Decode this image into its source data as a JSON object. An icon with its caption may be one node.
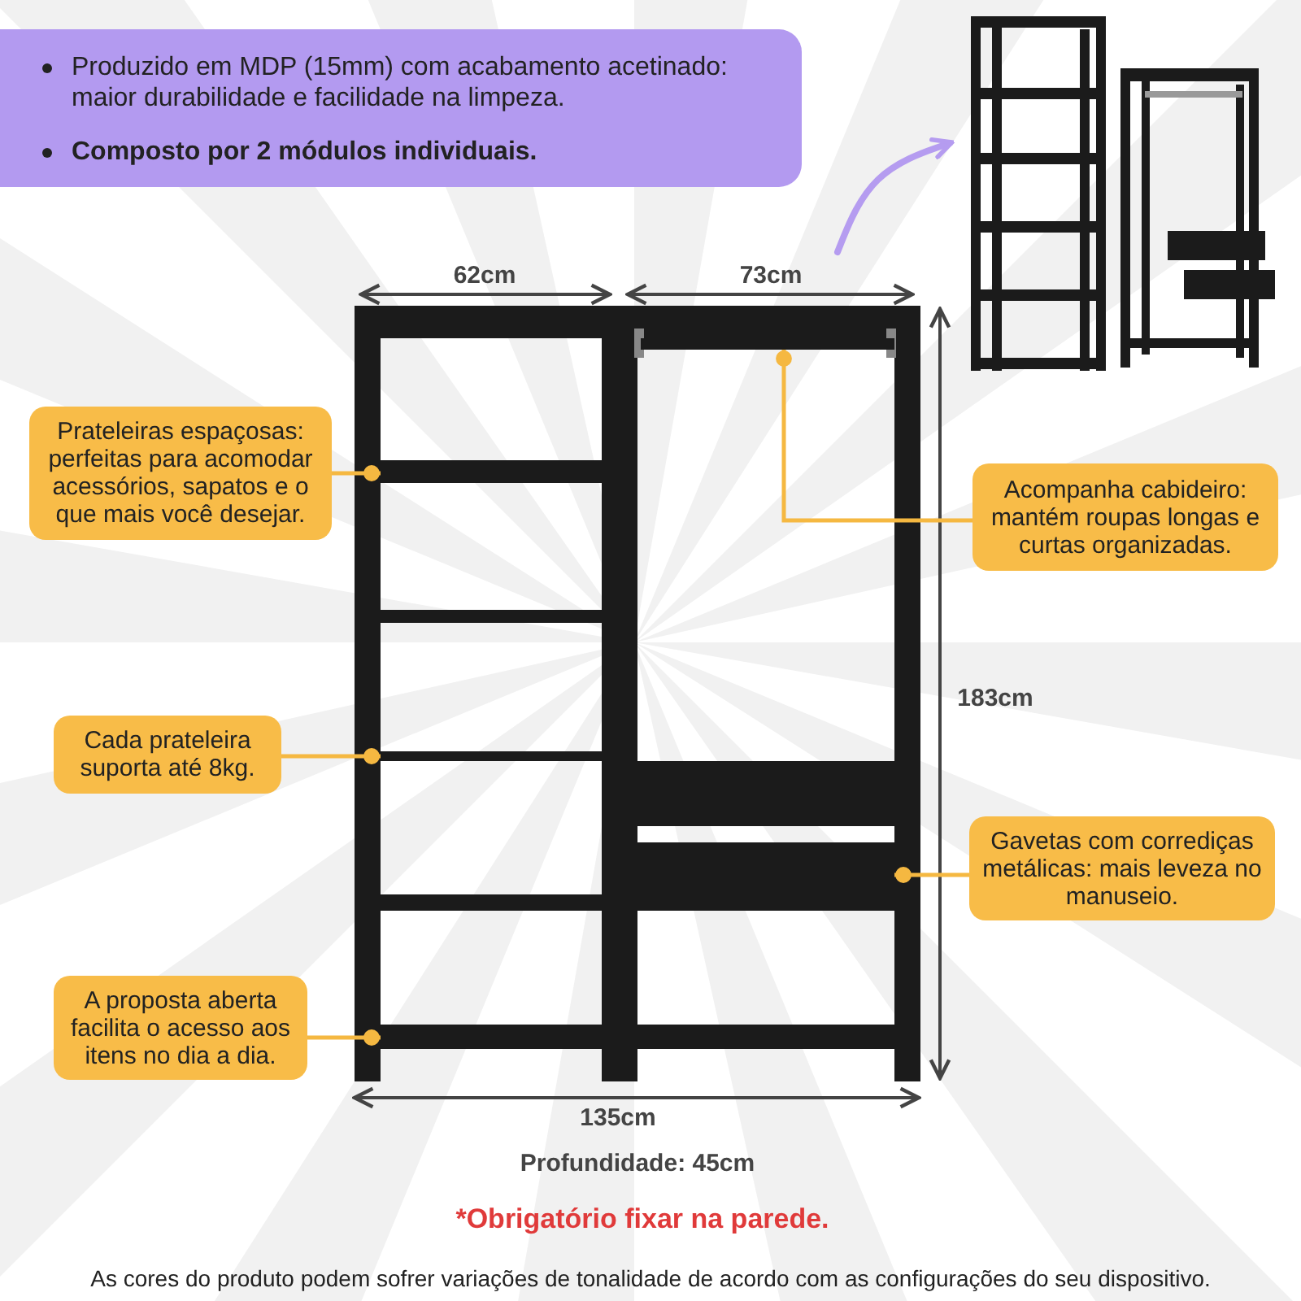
{
  "diagram": {
    "nodes": [
      {
        "text": [
          "Produzido em MDP (15mm) com acabamento acetinado: maior durabilidade e facilidade na limpeza.",
          "Composto por 2 módulos individuais."
        ]
      },
      {
        "text": [
          "Prateleiras espaçosas: perfeitas para acomodar acessórios, sapatos e o que mais você desejar."
        ]
      },
      {
        "text": [
          "Acompanha cabideiro: mantém roupas longas e curtas organizadas."
        ]
      },
      {
        "text": [
          "Cada prateleira suporta até 8kg."
        ]
      },
      {
        "text": [
          "Gavetas com corrediças metálicas: mais leveza no manuseio."
        ]
      },
      {
        "text": [
          "A proposta aberta facilita o acesso aos itens no dia a dia."
        ]
      },
      {
        "text": [],
        "shape": "bar"
      },
      {
        "text": [],
        "shape": "bar"
      },
      {
        "text": [],
        "shape": "bar"
      },
      {
        "text": [],
        "shape": "box"
      },
      {
        "text": [],
        "shape": "bar"
      },
      {
        "text": [],
        "shape": "picture"
      }
    ],
    "edges": [
      {
        "from": 1,
        "to": 6,
        "arrow": "other"
      },
      {
        "from": 2,
        "to": 7,
        "arrow": "other"
      },
      {
        "from": 3,
        "to": 8,
        "arrow": "other"
      },
      {
        "from": 4,
        "to": 9,
        "arrow": "other"
      },
      {
        "from": 5,
        "to": 10,
        "arrow": "other"
      },
      {
        "from": null,
        "to": 11,
        "arrow": "to",
        "color": "#b59cf0"
      }
    ],
    "labels": [
      "62cm",
      "73cm",
      "183cm",
      "135cm",
      "Profundidade: 45cm",
      "*Obrigatório fixar na parede.",
      "As cores do produto podem sofrer variações de tonalidade de acordo com as configurações do seu dispositivo."
    ]
  }
}
